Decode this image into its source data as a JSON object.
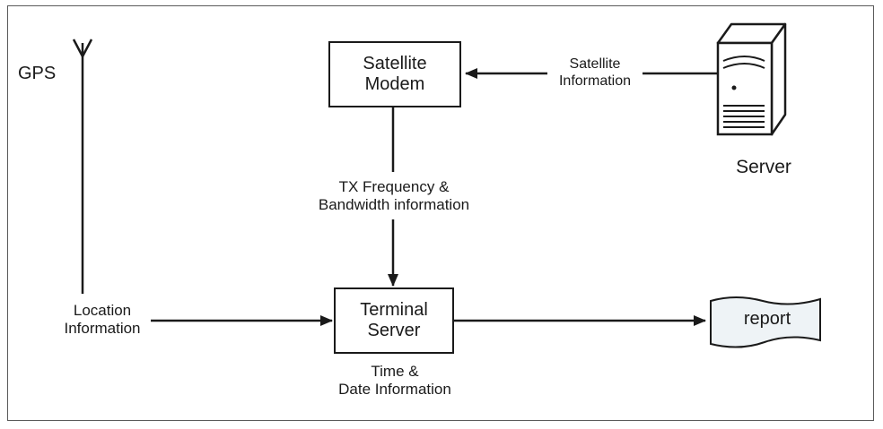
{
  "colors": {
    "stroke": "#1a1a1a",
    "frame": "#5a5a5a",
    "report_fill": "#eef3f6"
  },
  "icons": [
    "antenna-icon",
    "server-tower-icon",
    "document-icon"
  ],
  "diagram": {
    "gps_label": "GPS",
    "satellite_modem": {
      "line1": "Satellite",
      "line2": "Modem"
    },
    "terminal_server": {
      "line1": "Terminal",
      "line2": "Server"
    },
    "server_label": "Server",
    "report_label": "report",
    "edges": {
      "satellite_info": {
        "line1": "Satellite",
        "line2": "Information"
      },
      "tx_info": {
        "line1": "TX Frequency &",
        "line2": "Bandwidth information"
      },
      "location_info": {
        "line1": "Location",
        "line2": "Information"
      },
      "time_info": {
        "line1": "Time &",
        "line2": "Date Information"
      }
    }
  }
}
